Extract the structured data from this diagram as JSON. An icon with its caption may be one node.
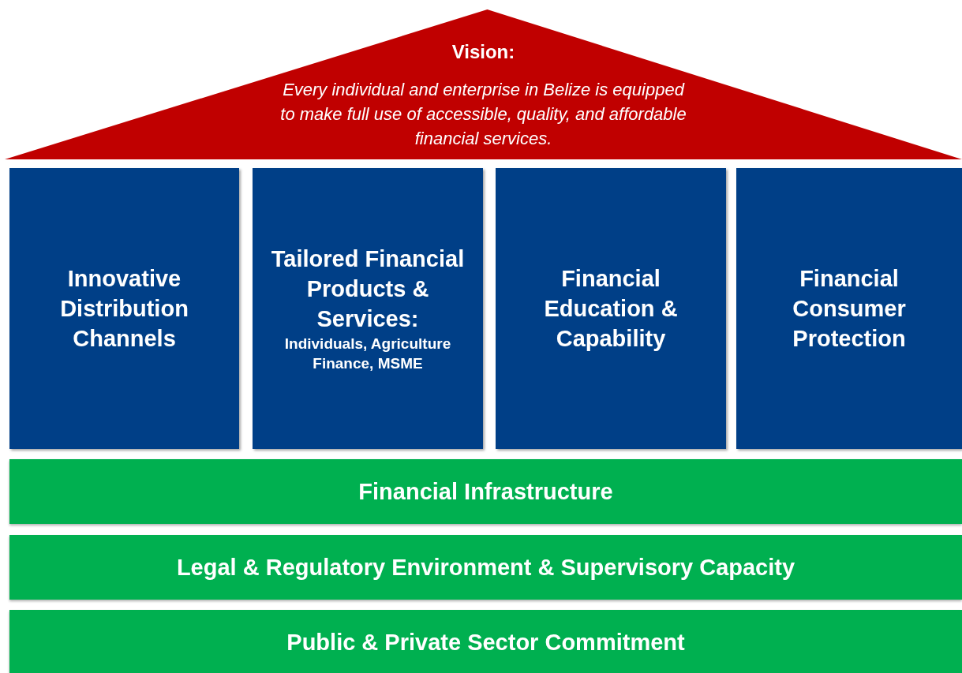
{
  "diagram": {
    "nodes": [
      {
        "text": [
          "Vision:",
          "Every individual and enterprise in Belize is equipped to make full use of accessible, quality, and affordable financial services."
        ]
      },
      {
        "text": [
          "Innovative Distribution Channels"
        ]
      },
      {
        "text": [
          "Tailored Financial Products & Services:",
          "Individuals, Agriculture Finance, MSME"
        ]
      },
      {
        "text": [
          "Financial Education & Capability"
        ]
      },
      {
        "text": [
          "Financial Consumer Protection"
        ]
      },
      {
        "text": [
          "Financial Infrastructure"
        ]
      },
      {
        "text": [
          "Legal & Regulatory Environment & Supervisory Capacity"
        ]
      },
      {
        "text": [
          "Public & Private Sector Commitment"
        ]
      }
    ],
    "edges": []
  }
}
